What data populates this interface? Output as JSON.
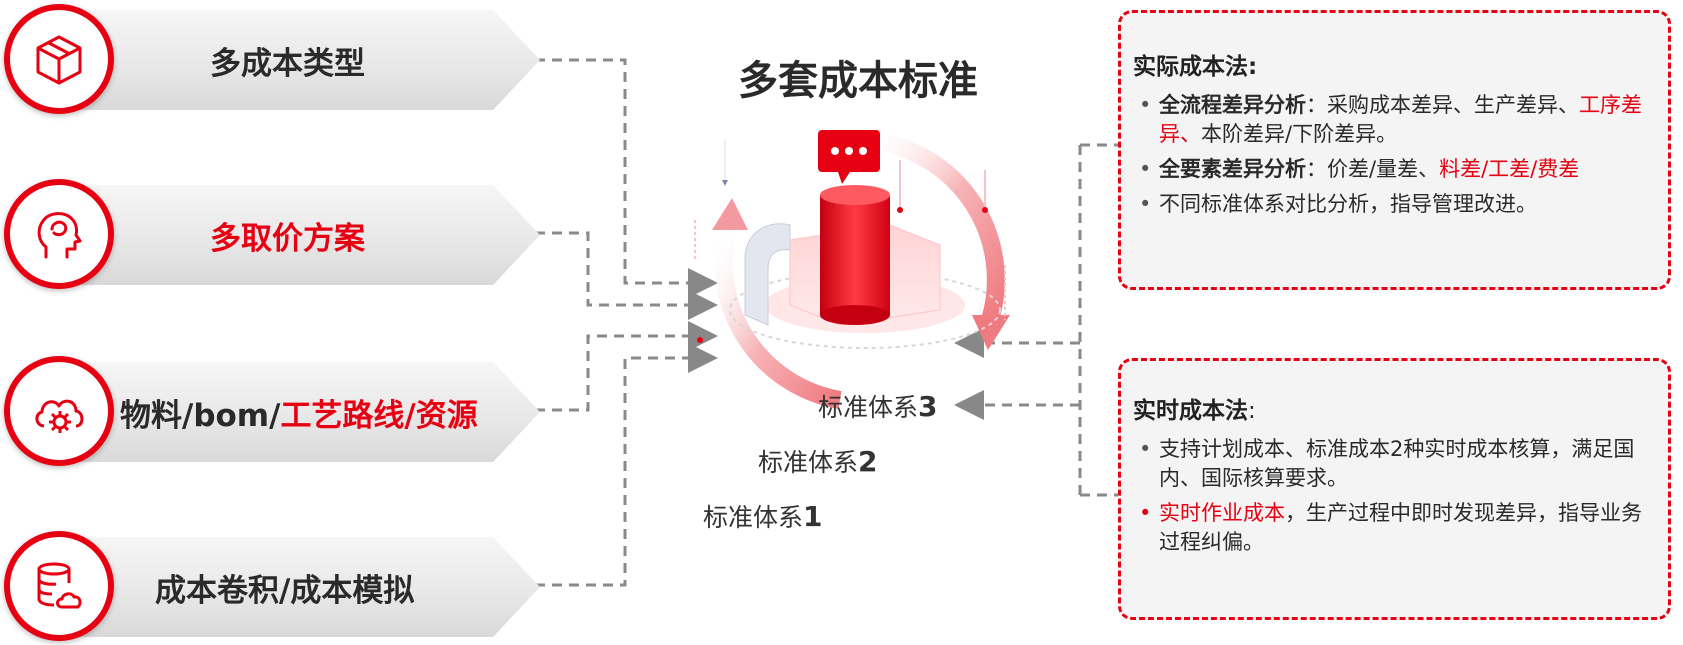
{
  "left_items": [
    {
      "label": "多成本类型",
      "icon": "cube-icon"
    },
    {
      "label": "多取价方案",
      "icon": "head-idea-icon"
    },
    {
      "label_parts": [
        "物料/bom/",
        "工艺路线/资源"
      ],
      "icon": "cloud-gear-icon"
    },
    {
      "label": "成本卷积/成本模拟",
      "icon": "database-cloud-icon"
    }
  ],
  "center": {
    "title": "多套成本标准",
    "standards": [
      {
        "prefix": "标准体系",
        "num": "3"
      },
      {
        "prefix": "标准体系",
        "num": "2"
      },
      {
        "prefix": "标准体系",
        "num": "1"
      }
    ]
  },
  "actual_cost": {
    "title": "实际成本法:",
    "bullets": [
      {
        "bold": "全流程差异分析",
        "text1": "：采购成本差异、生产差异、",
        "red": "工序差异、",
        "text2": "本阶差异/下阶差异。"
      },
      {
        "bold": "全要素差异分析",
        "text1": "：价差/量差、",
        "red": "料差/工差/费差",
        "text2": ""
      },
      {
        "text": "不同标准体系对比分析，指导管理改进。"
      }
    ]
  },
  "realtime_cost": {
    "title": "实时成本法",
    "title_colon": ":",
    "bullets": [
      {
        "text": "支持计划成本、标准成本2种实时成本核算，满足国内、国际核算要求。"
      },
      {
        "red": "实时作业成本",
        "text": "，生产过程中即时发现差异，指导业务过程纠偏。"
      }
    ]
  },
  "colors": {
    "accent": "#e60012",
    "dash": "#888888"
  }
}
